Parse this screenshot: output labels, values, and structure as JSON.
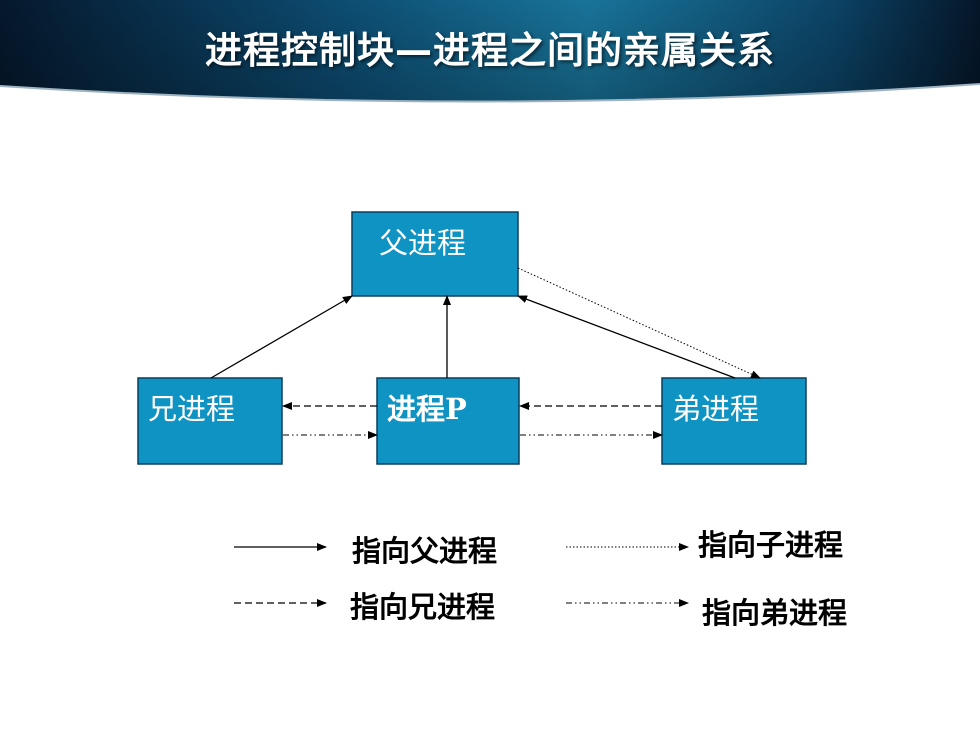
{
  "slide": {
    "title": "进程控制块—进程之间的亲属关系"
  },
  "colors": {
    "box_fill": "#0f93c3",
    "box_stroke": "#0a3f5e",
    "header_dark": "#06203a",
    "header_light": "#1c86b1"
  },
  "diagram": {
    "nodes": {
      "parent": {
        "label": "父进程"
      },
      "elder": {
        "label": "兄进程"
      },
      "process": {
        "label": "进程P"
      },
      "younger": {
        "label": "弟进程"
      }
    }
  },
  "legend": {
    "to_parent": "指向父进程",
    "to_child": "指向子进程",
    "to_elder": "指向兄进程",
    "to_younger": "指向弟进程"
  }
}
